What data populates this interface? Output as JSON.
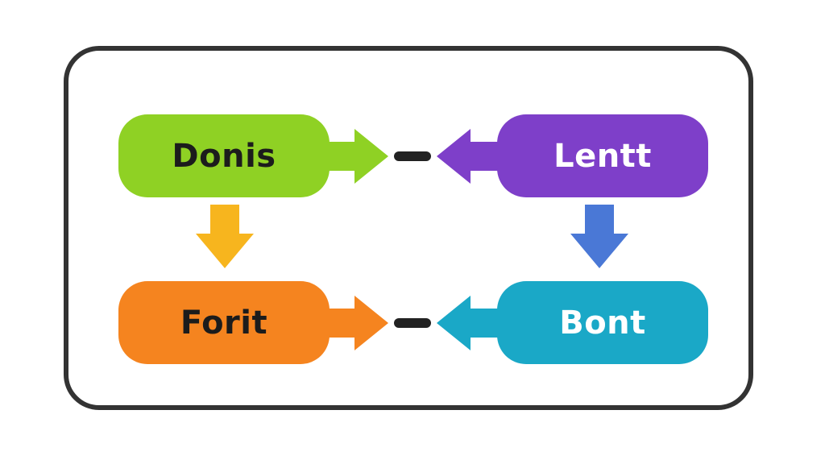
{
  "diagram": {
    "nodes": [
      {
        "id": "donis",
        "label": "Donis",
        "fill": "#8fd124",
        "text_color": "#1c1c1c"
      },
      {
        "id": "lentt",
        "label": "Lentt",
        "fill": "#7e3fc9",
        "text_color": "#ffffff"
      },
      {
        "id": "forit",
        "label": "Forit",
        "fill": "#f5841f",
        "text_color": "#1c1c1c"
      },
      {
        "id": "bont",
        "label": "Bont",
        "fill": "#1aa8c7",
        "text_color": "#ffffff"
      }
    ],
    "connectors": [
      {
        "from": "donis",
        "to": "connector-top",
        "direction": "right",
        "color": "#8fd124"
      },
      {
        "from": "lentt",
        "to": "connector-top",
        "direction": "left",
        "color": "#7e3fc9"
      },
      {
        "from": "forit",
        "to": "connector-bottom",
        "direction": "right",
        "color": "#f5841f"
      },
      {
        "from": "bont",
        "to": "connector-bottom",
        "direction": "left",
        "color": "#1aa8c7"
      },
      {
        "from": "donis",
        "to": "forit",
        "direction": "down",
        "color": "#f7b51e"
      },
      {
        "from": "lentt",
        "to": "bont",
        "direction": "down",
        "color": "#4a78d6"
      }
    ],
    "frame_color": "#333333",
    "dash_color": "#222222"
  }
}
